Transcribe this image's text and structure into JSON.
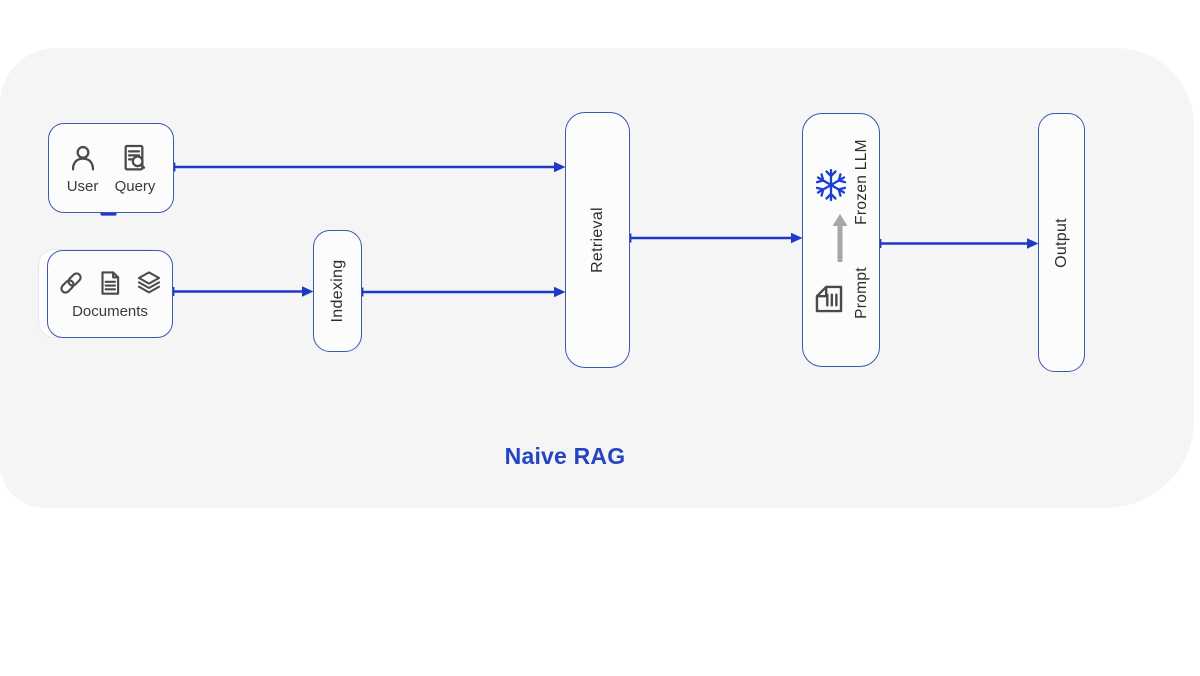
{
  "title": {
    "label": "Naive RAG"
  },
  "colors": {
    "page_bg": "#ffffff",
    "canvas_bg": "#f5f5f6",
    "node_bg": "#fcfcfd",
    "node_border": "#3e57b0",
    "arrow": "#1d3ac6",
    "title_text": "#2544c3",
    "snowflake_blue": "#1b3ed3",
    "icon_stroke": "#4a4a4a",
    "gray_arrow": "#a7a7ac",
    "label_text": "#3a3a3a"
  },
  "nodes": {
    "user_query": {
      "items": [
        {
          "icon": "user-icon",
          "label": "User"
        },
        {
          "icon": "query-icon",
          "label": "Query"
        }
      ]
    },
    "documents": {
      "label": "Documents",
      "icons": [
        "link-icon",
        "document-icon",
        "layers-icon"
      ]
    },
    "indexing": {
      "label": "Indexing"
    },
    "retrieval": {
      "label": "Retrieval"
    },
    "frozen_llm": {
      "label": "Frozen LLM",
      "icon": "snowflake-icon",
      "sub_label": "Prompt",
      "sub_icon": "prompt-document-icon",
      "between_icon": "up-arrow-icon"
    },
    "output": {
      "label": "Output"
    }
  },
  "connectors": [
    {
      "from": "user-query",
      "to": "retrieval"
    },
    {
      "from": "documents",
      "to": "indexing"
    },
    {
      "from": "indexing",
      "to": "retrieval"
    },
    {
      "from": "retrieval",
      "to": "frozen-llm"
    },
    {
      "from": "frozen-llm",
      "to": "output"
    }
  ]
}
